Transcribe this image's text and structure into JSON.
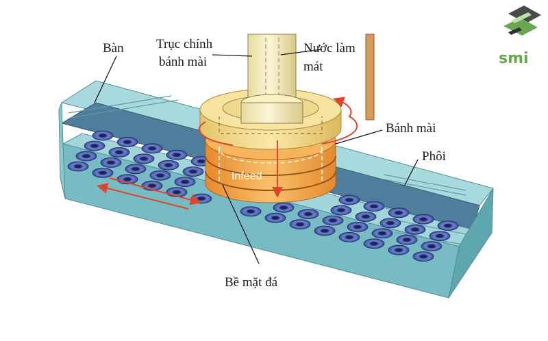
{
  "labels": {
    "ban": "Bàn",
    "truc_chinh_line1": "Trục chính",
    "truc_chinh_line2": "bánh mài",
    "nuoc_lam_mat_line1": "Nước làm",
    "nuoc_lam_mat_line2": "mát",
    "banh_mai": "Bánh mài",
    "phoi": "Phôi",
    "be_mat_da": "Bề mặt đá",
    "infeed": "Infeed"
  },
  "logo": {
    "text": "smi"
  },
  "colors": {
    "table_top": "#9fd3d8",
    "table_side": "#6fb6bf",
    "spindle": "#f2e9b8",
    "wheel_ring": "#f4d98a",
    "wheel_abrasive": "#f2a54a",
    "workpiece": "#3d4f9c",
    "arrow": "#e0452b",
    "logo_green": "#6aa84f",
    "logo_dark": "#4a4a4a"
  }
}
